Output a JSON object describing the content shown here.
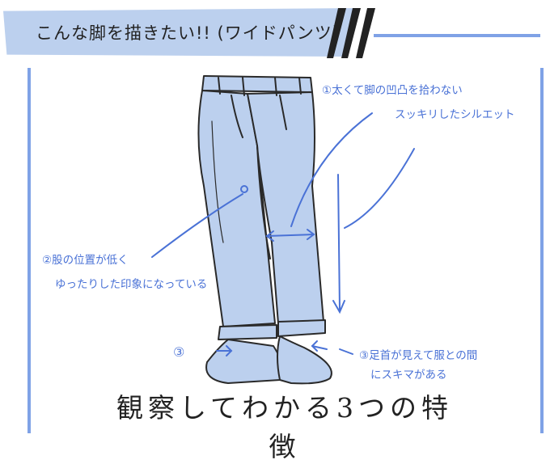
{
  "header": {
    "title": "こんな脚を描きたい!! (ワイドパンツ)"
  },
  "annotations": {
    "note1_line1": "①太くて脚の凹凸を拾わない",
    "note1_line2": "スッキリしたシルエット",
    "note2_line1": "②股の位置が低く",
    "note2_line2": "ゆったりした印象になっている",
    "note3_marker": "③",
    "note3_line1": "③足首が見えて服との間",
    "note3_line2": "にスキマがある"
  },
  "footer": {
    "title": "観察してわかる3つの特徴"
  },
  "colors": {
    "accent": "#4a72d6",
    "frame": "#7fa2e6",
    "pants": "#bcd0ee",
    "ink": "#222222"
  }
}
